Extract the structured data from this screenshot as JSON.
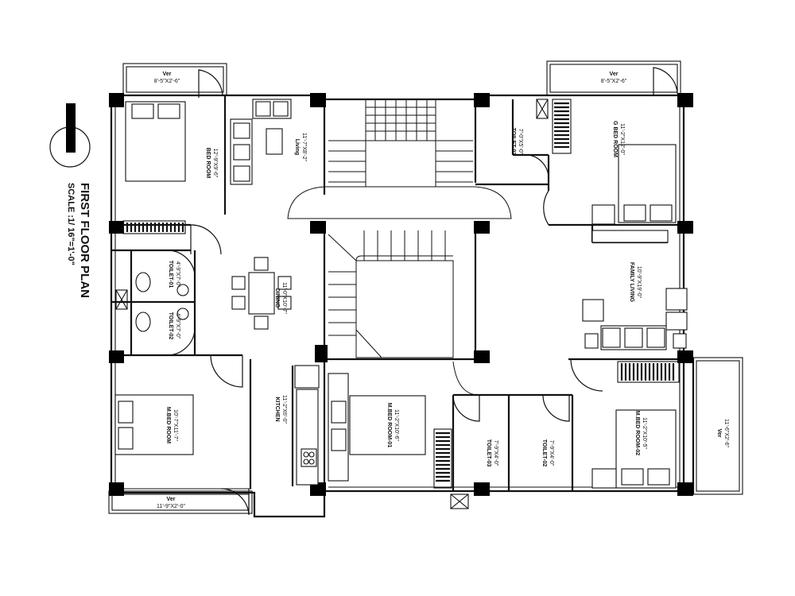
{
  "title": {
    "heading": "FIRST FLOOR PLAN",
    "scale": "SCALE :1/ 16\"=1'-0\""
  },
  "rooms": [
    {
      "id": "ver-top-left",
      "name": "Ver",
      "dim": "8'-5\"X2'-6\""
    },
    {
      "id": "bed-room",
      "name": "BED ROOM",
      "dim": "12'-9\"X9'-6\""
    },
    {
      "id": "living",
      "name": "Living",
      "dim": "11'-7\"X8'-2\""
    },
    {
      "id": "toilet-03",
      "name": "TOILET-03",
      "dim": "7'-0\"X5'-0\""
    },
    {
      "id": "ver-top-right",
      "name": "Ver",
      "dim": "8'-5\"X2'-6\""
    },
    {
      "id": "g-bed-room",
      "name": "G BED ROOM",
      "dim": "11'-2\"X12'-0\""
    },
    {
      "id": "toilet-01",
      "name": "TOILET-01",
      "dim": "4'-9\"X7'-0\""
    },
    {
      "id": "dining",
      "name": "DINING",
      "dim": "11'-0\"X10'-7\""
    },
    {
      "id": "toilet-02",
      "name": "TOILET-02",
      "dim": "4'-9\"X7'-0\""
    },
    {
      "id": "family-living",
      "name": "FAMILY LIVING",
      "dim": "10'-9\"X19'-0\""
    },
    {
      "id": "m-bed-room",
      "name": "M.BED ROOM",
      "dim": "10'-7\"X11'-7\""
    },
    {
      "id": "kitchen",
      "name": "KITCHEN",
      "dim": "11'-2\"X6'-0\""
    },
    {
      "id": "m-bed-room-01",
      "name": "M.BED ROOM-01",
      "dim": "11'-2\"X10'-6\""
    },
    {
      "id": "toilet-03b",
      "name": "TOILET-03",
      "dim": "7'-9\"X4'-0\""
    },
    {
      "id": "toilet-02b",
      "name": "TOILET-02",
      "dim": "7'-9\"X4'-0\""
    },
    {
      "id": "m-bed-room-02",
      "name": "M.BED ROOM-02",
      "dim": "11'-2\"X10'-5\""
    },
    {
      "id": "ver-bottom-left",
      "name": "Ver",
      "dim": "11'-9\"X2'-0\""
    },
    {
      "id": "ver-bottom-right",
      "name": "Ver",
      "dim": "11'-6\"X2'-6\""
    }
  ]
}
